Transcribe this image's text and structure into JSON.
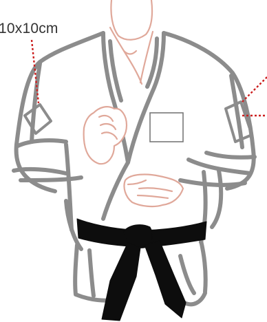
{
  "patch_label": "10x10cm",
  "colors": {
    "gi_outline": "#8c8c8c",
    "skin_outline": "#e0a89a",
    "belt": "#0d0d0d",
    "leader_line": "#cc1f1f",
    "patch_box": "#777777"
  },
  "icons": {
    "figure": "karate-gi-figure",
    "belt": "black-belt"
  }
}
